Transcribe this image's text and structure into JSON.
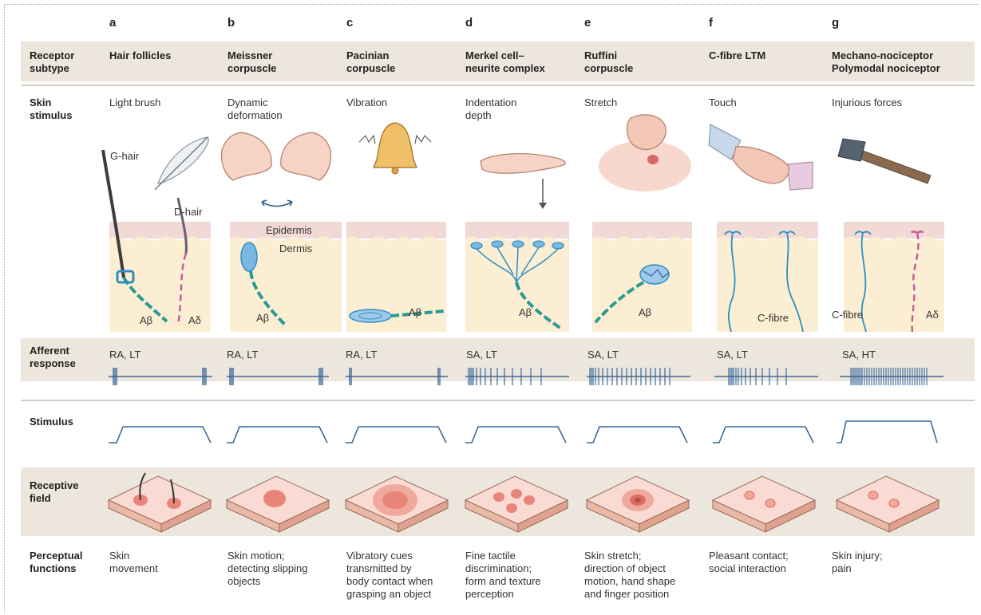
{
  "columns": [
    {
      "letter": "a",
      "receptor": [
        "Hair follicles"
      ],
      "stimulus": [
        "Light brush"
      ],
      "response": "RA, LT",
      "perceptual": [
        "Skin",
        "movement"
      ]
    },
    {
      "letter": "b",
      "receptor": [
        "Meissner",
        "corpuscle"
      ],
      "stimulus": [
        "Dynamic",
        "deformation"
      ],
      "response": "RA, LT",
      "perceptual": [
        "Skin motion;",
        "detecting slipping",
        "objects"
      ]
    },
    {
      "letter": "c",
      "receptor": [
        "Pacinian",
        "corpuscle"
      ],
      "stimulus": [
        "Vibration"
      ],
      "response": "RA, LT",
      "perceptual": [
        "Vibratory cues",
        "transmitted by",
        "body contact when",
        "grasping an object"
      ]
    },
    {
      "letter": "d",
      "receptor": [
        "Merkel cell–",
        "neurite complex"
      ],
      "stimulus": [
        "Indentation",
        "depth"
      ],
      "response": "SA, LT",
      "perceptual": [
        "Fine tactile",
        "discrimination;",
        "form and texture",
        "perception"
      ]
    },
    {
      "letter": "e",
      "receptor": [
        "Ruffini",
        "corpuscle"
      ],
      "stimulus": [
        "Stretch"
      ],
      "response": "SA, LT",
      "perceptual": [
        "Skin stretch;",
        "direction of object",
        "motion, hand shape",
        "and finger position"
      ]
    },
    {
      "letter": "f",
      "receptor": [
        "C-fibre LTM"
      ],
      "stimulus": [
        "Touch"
      ],
      "response": "SA, LT",
      "perceptual": [
        "Pleasant contact;",
        "social interaction"
      ]
    },
    {
      "letter": "g",
      "receptor": [
        "Mechano-nociceptor",
        "Polymodal nociceptor"
      ],
      "stimulus": [
        "Injurious forces"
      ],
      "response": "SA, HT",
      "perceptual": [
        "Skin injury;",
        "pain"
      ]
    }
  ],
  "row_labels": {
    "receptor": [
      "Receptor",
      "subtype"
    ],
    "stimulus_skin": [
      "Skin",
      "stimulus"
    ],
    "afferent": [
      "Afferent",
      "response"
    ],
    "stimulus": [
      "Stimulus"
    ],
    "receptive": [
      "Receptive",
      "field"
    ],
    "perceptual": [
      "Perceptual",
      "functions"
    ]
  },
  "panel_labels": {
    "g_hair": "G-hair",
    "d_hair": "D-hair",
    "epidermis": "Epidermis",
    "dermis": "Dermis",
    "a_beta": "Aβ",
    "a_delta": "Aδ",
    "c_fibre": "C-fibre"
  },
  "colors": {
    "band": "#ece6dc",
    "epidermis": "#f1d9d5",
    "dermis": "#fbeed3",
    "nerve": "#2d8fc0",
    "myelin": "#2a9a92",
    "receptor_blue": "#7ab8e4",
    "trace": "#3a6a9c",
    "field_top": "#f9dbd3",
    "spot": "#e8847a"
  }
}
